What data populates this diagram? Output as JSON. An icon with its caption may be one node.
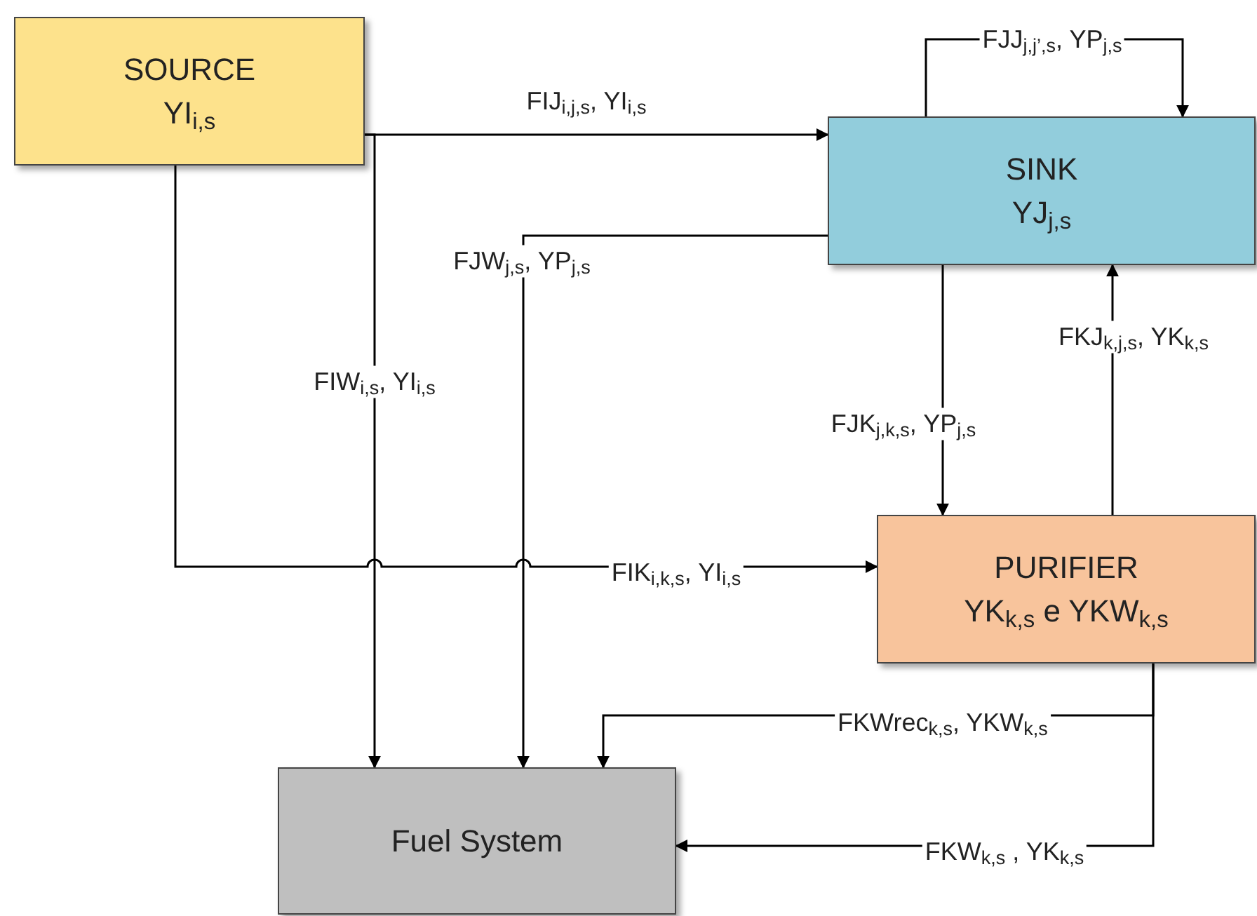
{
  "diagram": {
    "nodes": [
      {
        "text": [
          "SOURCE",
          "YI$_{i,s}$"
        ]
      },
      {
        "text": [
          "SINK",
          "YJ$_{j,s}$"
        ]
      },
      {
        "text": [
          "PURIFIER",
          "YK$_{k,s}$ e YKW$_{k,s}$"
        ]
      },
      {
        "text": [
          "Fuel System"
        ]
      }
    ],
    "edges": [
      {
        "from": 0,
        "to": 1,
        "arrow": "to",
        "label": "FIJ$_{i,j,s}$, YI$_{i,s}$"
      },
      {
        "from": 1,
        "to": 1,
        "arrow": "to",
        "label": "FJJ$_{j,j’,s}$, YP$_{j,s}$"
      },
      {
        "from": 1,
        "to": 3,
        "arrow": "to",
        "label": "FJW$_{j,s}$, YP$_{j,s}$"
      },
      {
        "from": 0,
        "to": 3,
        "arrow": "to",
        "label": "FIW$_{i,s}$, YI$_{i,s}$"
      },
      {
        "from": 0,
        "to": 2,
        "arrow": "to",
        "label": "FIK$_{i,k,s}$, YI$_{i,s}$"
      },
      {
        "from": 1,
        "to": 2,
        "arrow": "to",
        "label": "FJK$_{j,k,s}$, YP$_{j,s}$"
      },
      {
        "from": 2,
        "to": 1,
        "arrow": "to",
        "label": "FKJ$_{k,j,s}$, YK$_{k,s}$"
      },
      {
        "from": 2,
        "to": 3,
        "arrow": "to",
        "label": "FKWrec$_{k,s}$, YKW$_{k,s}$"
      },
      {
        "from": 2,
        "to": 3,
        "arrow": "to",
        "label": "FKW$_{k,s}$ , YK$_{k,s}$"
      }
    ]
  }
}
